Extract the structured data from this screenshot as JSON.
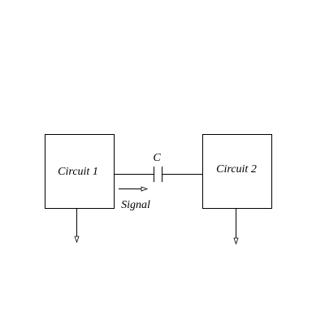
{
  "diagram": {
    "circuit_1_label": "Circuit 1",
    "circuit_2_label": "Circuit 2",
    "capacitor_label": "C",
    "signal_label": "Signal"
  }
}
